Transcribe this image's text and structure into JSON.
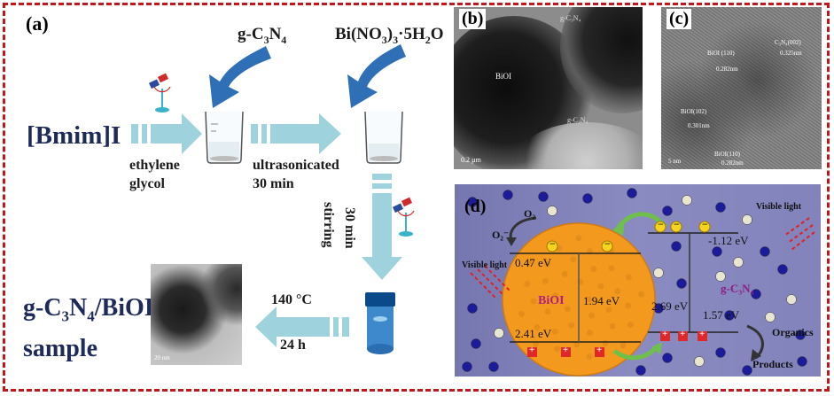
{
  "panel_a": {
    "letter": "(a)",
    "start_reagent": "[Bmim]I",
    "reagent_1": {
      "prefix": "g-C",
      "sub1": "3",
      "mid": "N",
      "sub2": "4"
    },
    "reagent_2": {
      "prefix": "Bi(NO",
      "sub1": "3",
      "mid": ")",
      "sub2": "3",
      "suffix": "·5H",
      "sub3": "2",
      "tail": "O"
    },
    "step1": [
      "ethylene",
      "glycol"
    ],
    "step2": [
      "ultrasonicated",
      "30 min"
    ],
    "step3": [
      "stirring",
      "30 min"
    ],
    "step4": [
      "140 °C",
      "24 h"
    ],
    "product": {
      "line1_prefix": "g-C",
      "sub1": "3",
      "mid": "N",
      "sub2": "4",
      "line1_suffix": "/BiOI",
      "line2": "sample"
    },
    "tem_scale": "20 nm"
  },
  "panel_b": {
    "letter": "(b)",
    "label_bioi": "BiOI",
    "label_gcn": "g-C₃N₄",
    "label_gcn2": "g-C₃N₄",
    "scale": "0.2 µm"
  },
  "panel_c": {
    "letter": "(c)",
    "labels": [
      "BiOI (110)",
      "0.282nm",
      "C₃N₄(002)",
      "0.325nm",
      "BiOI(102)",
      "0.301nm",
      "BiOI(110)",
      "0.282nm"
    ],
    "scale": "5 nm"
  },
  "panel_d": {
    "letter": "(d)",
    "o2": "O₂",
    "o2_radical": "O₂⁻",
    "visible_light_left": "Visible light",
    "visible_light_right": "Visible light",
    "cb_bioi": "0.47 eV",
    "gap_bioi": "1.94 eV",
    "vb_bioi": "2.41 eV",
    "bioi_name": "BiOI",
    "cb_gcn": "-1.12 eV",
    "gap_gcn": "2.69 eV",
    "vb_gcn": "1.57 eV",
    "gcn_name": "g-C₃N₄",
    "organics": "Organics",
    "products": "Products",
    "electron_symbol": "−",
    "hole_symbol": "+"
  },
  "colors": {
    "frame": "#c0161c",
    "arrow": "#9ed3dd",
    "blue_arrow": "#2e6fb6",
    "bioi": "#f39a1e",
    "band_bg": "#7f80b5"
  }
}
